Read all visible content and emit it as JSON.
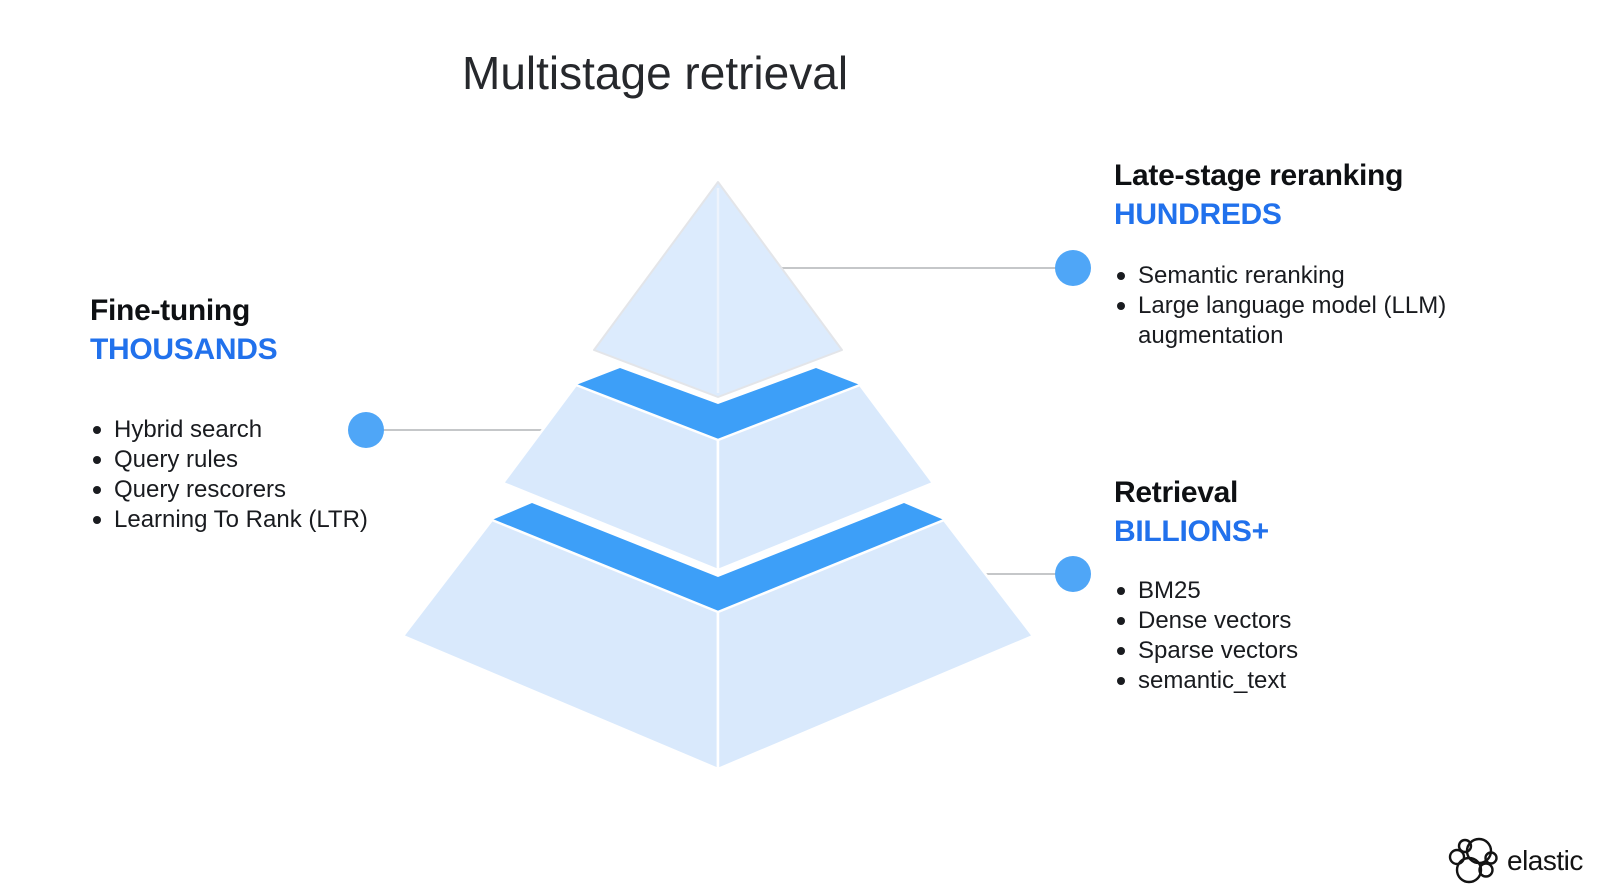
{
  "title": "Multistage retrieval",
  "colors": {
    "face": "#D9E9FC",
    "face-top": "#DCEBFD",
    "band": "#3D9FF8",
    "dot": "#4FA6F7",
    "accent": "#2171EC",
    "heading": "#0E1013",
    "body": "#191B1F",
    "title": "#26282C",
    "line": "#C5C7C9",
    "logo": "#131313"
  },
  "panels": {
    "late_stage": {
      "heading": "Late-stage reranking",
      "scale": "HUNDREDS",
      "bullets": [
        "Semantic reranking",
        "Large language model (LLM) augmentation"
      ]
    },
    "fine_tuning": {
      "heading": "Fine-tuning",
      "scale": "THOUSANDS",
      "bullets": [
        "Hybrid search",
        "Query rules",
        "Query rescorers",
        "Learning To Rank (LTR)"
      ]
    },
    "retrieval": {
      "heading": "Retrieval",
      "scale": "BILLIONS+",
      "bullets": [
        "BM25",
        "Dense vectors",
        "Sparse vectors",
        "semantic_text"
      ]
    }
  },
  "logo": {
    "label": "elastic"
  }
}
